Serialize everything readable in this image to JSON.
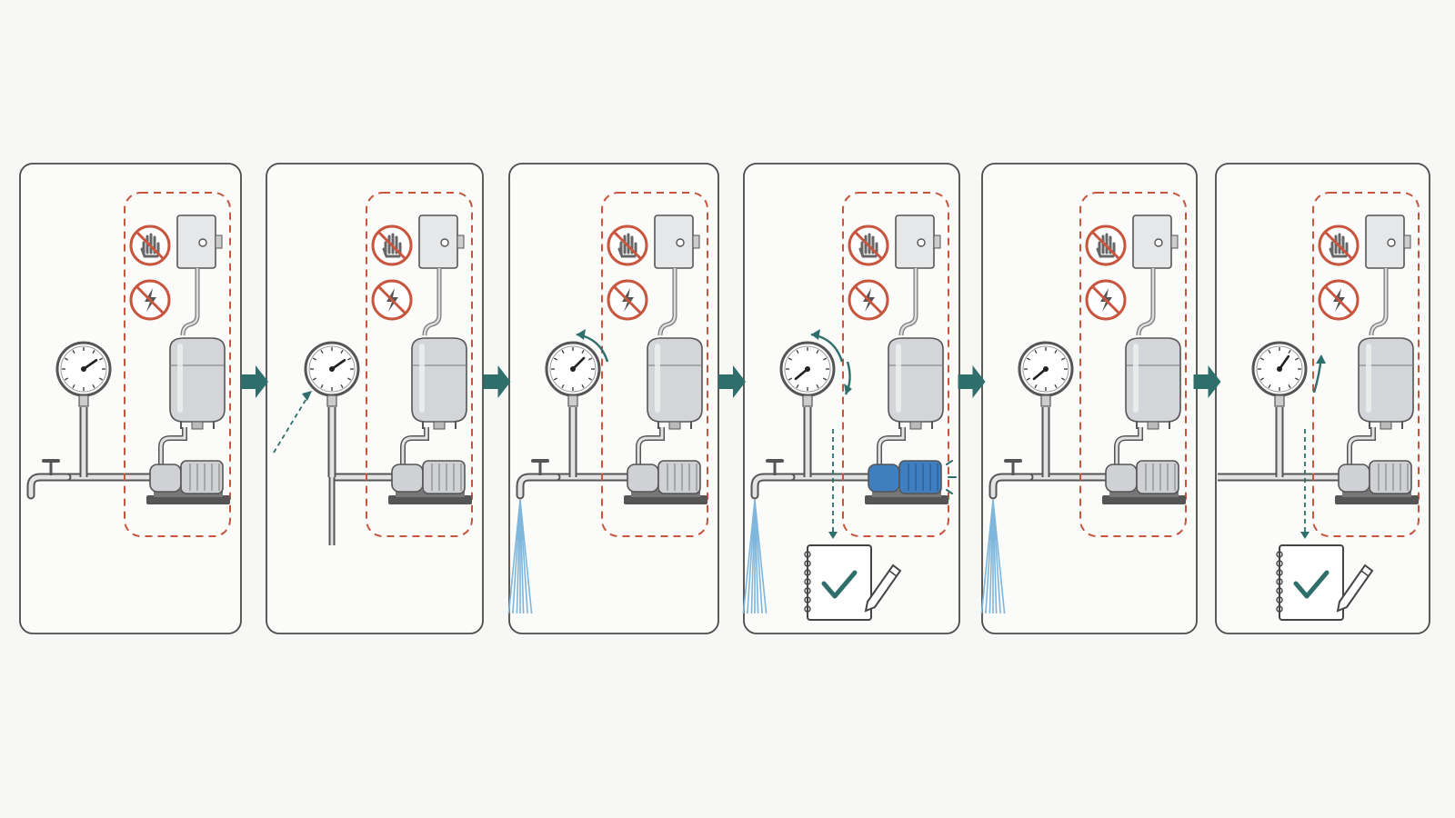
{
  "colors": {
    "background": "#f7f7f6",
    "panel_border": "#4a4a4a",
    "hazard_zone": "#c8553d",
    "arrow": "#2e6e6b",
    "water": "#7fb6dc",
    "motor_active": "#3f7fc0",
    "metal": "#c9cbce",
    "ink": "#555555"
  },
  "flow_direction": "left-to-right",
  "panels": [
    {
      "step": 1,
      "icons": [
        "hazard-zone-icon",
        "no-touch-icon",
        "no-electricity-icon",
        "control-box-icon",
        "pressure-tank-icon",
        "pump-motor-icon",
        "pressure-gauge-icon",
        "faucet-icon"
      ],
      "faucet": true,
      "water_flowing": false,
      "motor_running": false,
      "gauge_needle": "high",
      "gauge_rotation": "none",
      "gauge_indicator_arrow": false,
      "record_to_notepad": false
    },
    {
      "step": 2,
      "icons": [
        "hazard-zone-icon",
        "no-touch-icon",
        "no-electricity-icon",
        "control-box-icon",
        "pressure-tank-icon",
        "pump-motor-icon",
        "pressure-gauge-icon",
        "pipe-icon"
      ],
      "faucet": false,
      "water_flowing": false,
      "motor_running": false,
      "gauge_needle": "high",
      "gauge_rotation": "none",
      "gauge_indicator_arrow": true,
      "record_to_notepad": false
    },
    {
      "step": 3,
      "icons": [
        "hazard-zone-icon",
        "no-touch-icon",
        "no-electricity-icon",
        "control-box-icon",
        "pressure-tank-icon",
        "pump-motor-icon",
        "pressure-gauge-icon",
        "faucet-icon",
        "water-stream-icon"
      ],
      "faucet": true,
      "water_flowing": true,
      "motor_running": false,
      "gauge_needle": "dropping",
      "gauge_rotation": "counter-clockwise",
      "gauge_indicator_arrow": false,
      "record_to_notepad": false
    },
    {
      "step": 4,
      "icons": [
        "hazard-zone-icon",
        "no-touch-icon",
        "no-electricity-icon",
        "control-box-icon",
        "pressure-tank-icon",
        "pump-motor-icon",
        "pressure-gauge-icon",
        "faucet-icon",
        "water-stream-icon",
        "notepad-check-icon"
      ],
      "faucet": true,
      "water_flowing": true,
      "motor_running": true,
      "gauge_needle": "low",
      "gauge_rotation": "both",
      "gauge_indicator_arrow": false,
      "record_to_notepad": true
    },
    {
      "step": 5,
      "icons": [
        "hazard-zone-icon",
        "no-touch-icon",
        "no-electricity-icon",
        "control-box-icon",
        "pressure-tank-icon",
        "pump-motor-icon",
        "pressure-gauge-icon",
        "faucet-icon",
        "water-stream-icon"
      ],
      "faucet": true,
      "water_flowing": true,
      "motor_running": false,
      "gauge_needle": "low",
      "gauge_rotation": "none",
      "gauge_indicator_arrow": false,
      "record_to_notepad": false
    },
    {
      "step": 6,
      "icons": [
        "hazard-zone-icon",
        "no-touch-icon",
        "no-electricity-icon",
        "control-box-icon",
        "pressure-tank-icon",
        "pump-motor-icon",
        "pressure-gauge-icon",
        "notepad-check-icon"
      ],
      "faucet": false,
      "water_flowing": false,
      "motor_running": false,
      "gauge_needle": "rising",
      "gauge_rotation": "clockwise",
      "gauge_indicator_arrow": false,
      "record_to_notepad": true
    }
  ],
  "connectors": [
    "step-arrow-icon",
    "step-arrow-icon",
    "step-arrow-icon",
    "step-arrow-icon",
    "step-arrow-icon"
  ]
}
